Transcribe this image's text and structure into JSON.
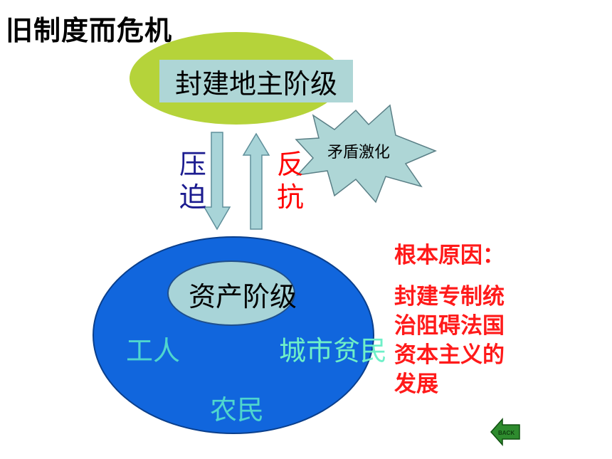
{
  "title": "旧制度而危机",
  "landlord": "封建地主阶级",
  "oppress": [
    "压",
    "迫"
  ],
  "resist": [
    "反",
    "抗"
  ],
  "conflict": "矛盾激化",
  "bourgeoisie": "资产阶级",
  "workers": "工人",
  "urban_poor": "城市贫民",
  "peasants": "农民",
  "reason": {
    "heading": "根本原因：",
    "lines": [
      "封建专制统",
      "治阻碍法国",
      "资本主义的",
      "发展"
    ]
  },
  "back_button": {
    "label": "BACK",
    "icon": "back-arrow-icon"
  },
  "colors": {
    "top_ellipse": "#b5d33a",
    "landlord_box": "#aed6d6",
    "big_circle": "#1166dd",
    "bourgeoisie_ellipse": "#a8d4d8",
    "oppress": "#1b1b8f",
    "resist": "#ff0000",
    "reason": "#ff1a1a",
    "star": "#aed6d6",
    "arrows": "#a8d4d8"
  }
}
